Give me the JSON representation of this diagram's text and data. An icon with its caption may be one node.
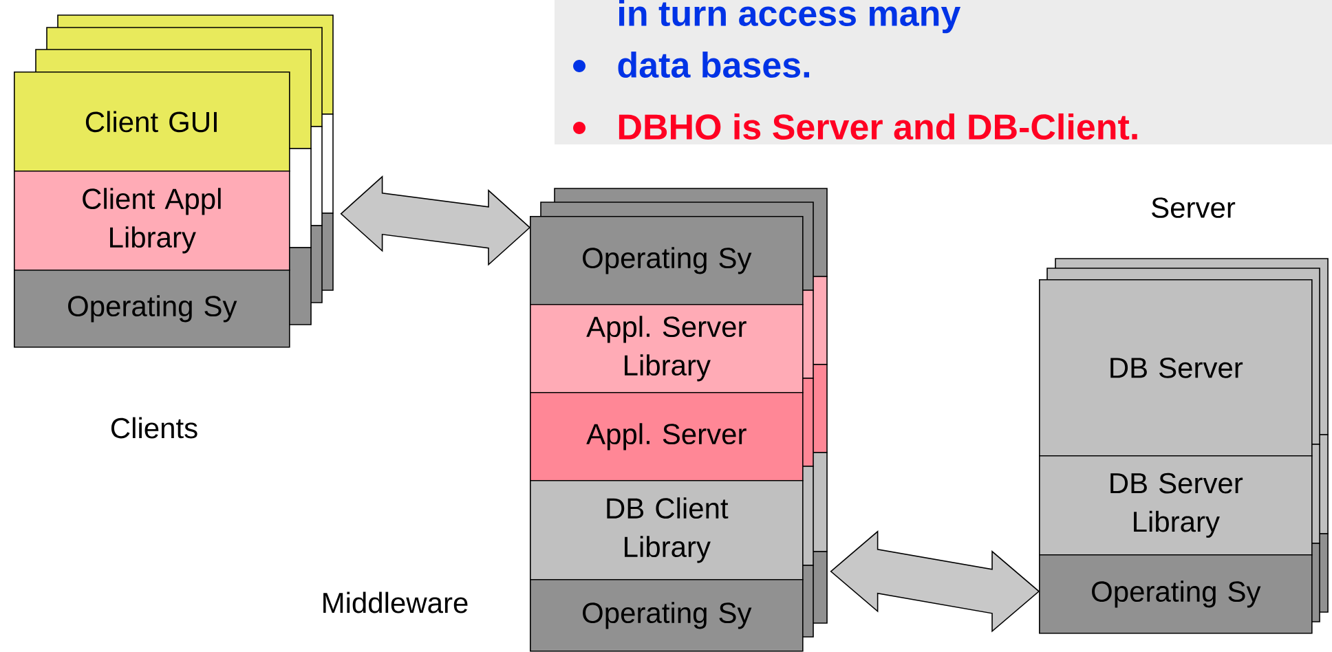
{
  "diagram": {
    "nodes": [
      {
        "text": [
          "Client GUI"
        ]
      },
      {
        "text": [
          "Client Appl Library"
        ]
      },
      {
        "text": [
          "Operating Sy"
        ]
      },
      {
        "text": [
          "Operating Sy"
        ]
      },
      {
        "text": [
          "Appl. Server Library"
        ]
      },
      {
        "text": [
          "Appl. Server"
        ]
      },
      {
        "text": [
          "DB Client Library"
        ]
      },
      {
        "text": [
          "Operating Sy"
        ]
      },
      {
        "text": [
          "DB Server"
        ]
      },
      {
        "text": [
          "DB Server Library"
        ]
      },
      {
        "text": [
          "Operating Sy"
        ]
      }
    ],
    "edges": [
      {
        "from": 1,
        "to": 3,
        "arrow": "both"
      },
      {
        "from": 7,
        "to": 10,
        "arrow": "both"
      }
    ],
    "labels": [
      "in turn access many",
      "data bases.",
      "DBHO is Server and DB-Client.",
      "Clients",
      "Middleware",
      "Server"
    ]
  }
}
